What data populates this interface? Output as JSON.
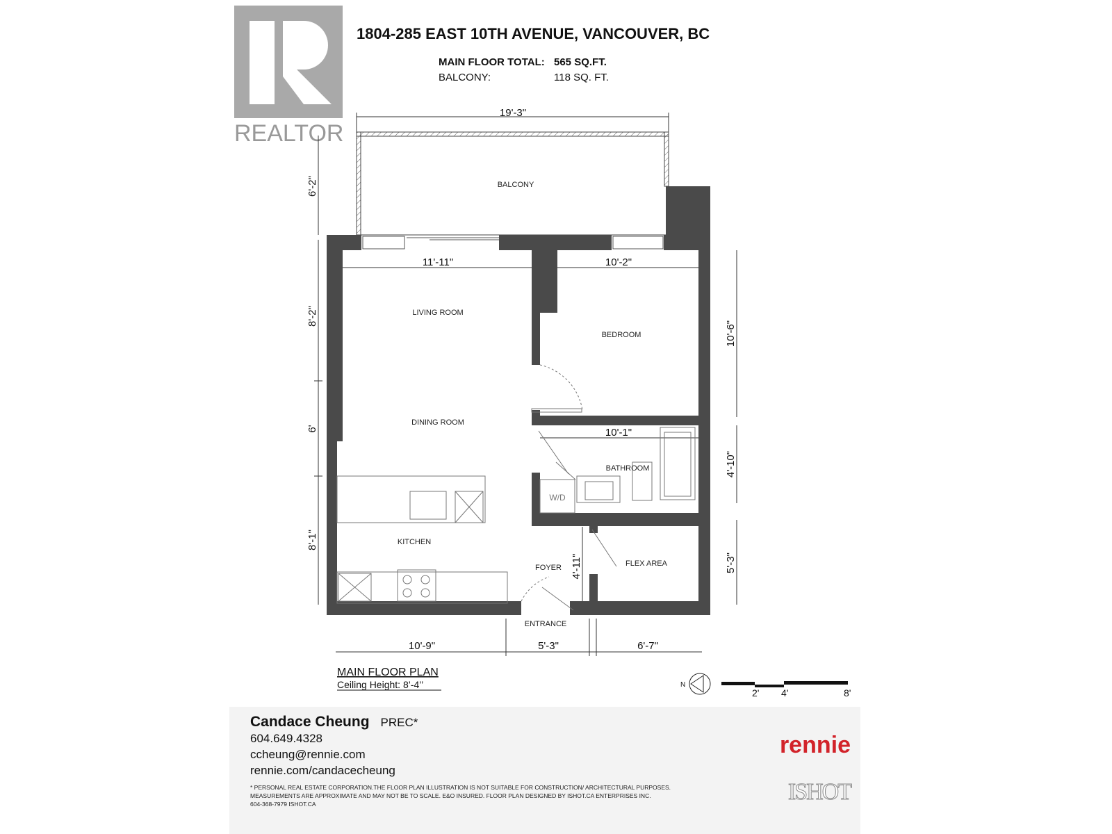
{
  "logo": {
    "realtor_text": "REALTOR"
  },
  "header": {
    "address": "1804-285 EAST 10TH AVENUE, VANCOUVER, BC",
    "main_floor_label": "MAIN FLOOR TOTAL:",
    "main_floor_value": "565 SQ.FT.",
    "balcony_label": "BALCONY:",
    "balcony_value": "118 SQ. FT."
  },
  "rooms": {
    "balcony": "BALCONY",
    "living": "LIVING ROOM",
    "bedroom": "BEDROOM",
    "dining": "DINING ROOM",
    "bathroom": "BATHROOM",
    "wd": "W/D",
    "kitchen": "KITCHEN",
    "foyer": "FOYER",
    "flex": "FLEX AREA",
    "entrance": "ENTRANCE"
  },
  "dimensions": {
    "balcony_width": "19'-3\"",
    "balcony_depth": "6'-2\"",
    "living_width": "11'-11\"",
    "bedroom_width": "10'-2\"",
    "left_1": "8'-2\"",
    "left_2": "6'",
    "left_3": "8'-1\"",
    "right_1": "10'-6\"",
    "right_2": "4'-10\"",
    "right_3": "5'-3\"",
    "bath_width": "10'-1\"",
    "foyer_depth": "4'-11\"",
    "bottom_1": "10'-9\"",
    "bottom_2": "5'-3\"",
    "bottom_3": "6'-7\""
  },
  "plan": {
    "title": "MAIN FLOOR PLAN",
    "ceiling": "Ceiling Height: 8’-4’’"
  },
  "scale": {
    "north": "N",
    "ticks": [
      "2'",
      "4'",
      "8'"
    ]
  },
  "footer": {
    "name": "Candace Cheung",
    "designation": "PREC*",
    "phone": "604.649.4328",
    "email": "ccheung@rennie.com",
    "website": "rennie.com/candacecheung",
    "disclaimer_1": "* PERSONAL REAL ESTATE CORPORATION.THE FLOOR PLAN ILLUSTRATION IS NOT SUITABLE FOR CONSTRUCTION/ ARCHITECTURAL PURPOSES.",
    "disclaimer_2": "MEASUREMENTS ARE APPROXIMATE AND MAY NOT BE TO SCALE. E&O INSURED. FLOOR PLAN DESIGNED BY ISHOT.CA ENTERPRISES INC.",
    "disclaimer_3": "604-368-7979  ISHOT.CA",
    "brand": "rennie",
    "designer": "ISHOT"
  }
}
